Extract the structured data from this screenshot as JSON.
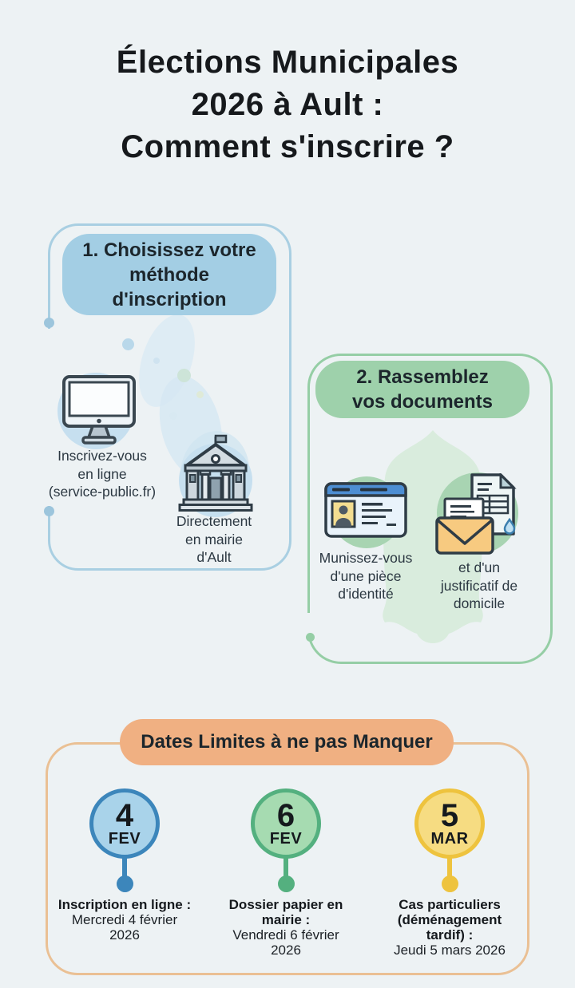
{
  "title": "Élections Municipales\n2026 à Ault :\nComment s'inscrire ?",
  "colors": {
    "background": "#edf2f4",
    "step1_border": "#a9cfe2",
    "step1_border_dot": "#9cc5dc",
    "step1_pill_bg": "#a3cee4",
    "step1_icon_backdrop": "#c6dfef",
    "step2_border": "#95cea5",
    "step2_pill_bg": "#9ed1ab",
    "step2_blob": "#d9ecdd",
    "step2_icon_backdrop": "#a8d4b2",
    "deadlines_border": "#eac094",
    "deadlines_pill_bg": "#f0b082",
    "text_dark": "#16191c"
  },
  "step1": {
    "header": "1. Choisissez votre\nméthode\nd'inscription",
    "options": [
      {
        "icon": "computer-icon",
        "label": "Inscrivez-vous\nen ligne\n(service-public.fr)"
      },
      {
        "icon": "town-hall-icon",
        "label": "Directement\nen mairie\nd'Ault"
      }
    ]
  },
  "step2": {
    "header": "2. Rassemblez\nvos documents",
    "documents": [
      {
        "icon": "id-card-icon",
        "label": "Munissez-vous\nd'une pièce\nd'identité"
      },
      {
        "icon": "envelope-document-icon",
        "label": "et d'un\njustificatif de\ndomicile"
      }
    ]
  },
  "deadlines": {
    "header": "Dates Limites à ne pas Manquer",
    "items": [
      {
        "day": "4",
        "month": "FEV",
        "label": "Inscription en ligne :",
        "date": "Mercredi 4 février\n2026",
        "circle_fill": "#a9d3ea",
        "circle_stroke": "#3c86bb"
      },
      {
        "day": "6",
        "month": "FEV",
        "label": "Dossier papier en\nmairie :",
        "date": "Vendredi 6 février\n2026",
        "circle_fill": "#a6dbb1",
        "circle_stroke": "#54b07f"
      },
      {
        "day": "5",
        "month": "MAR",
        "label": "Cas particuliers\n(déménagement\ntardif) :",
        "date": "Jeudi 5 mars 2026",
        "circle_fill": "#f6dc82",
        "circle_stroke": "#eec33e"
      }
    ]
  }
}
